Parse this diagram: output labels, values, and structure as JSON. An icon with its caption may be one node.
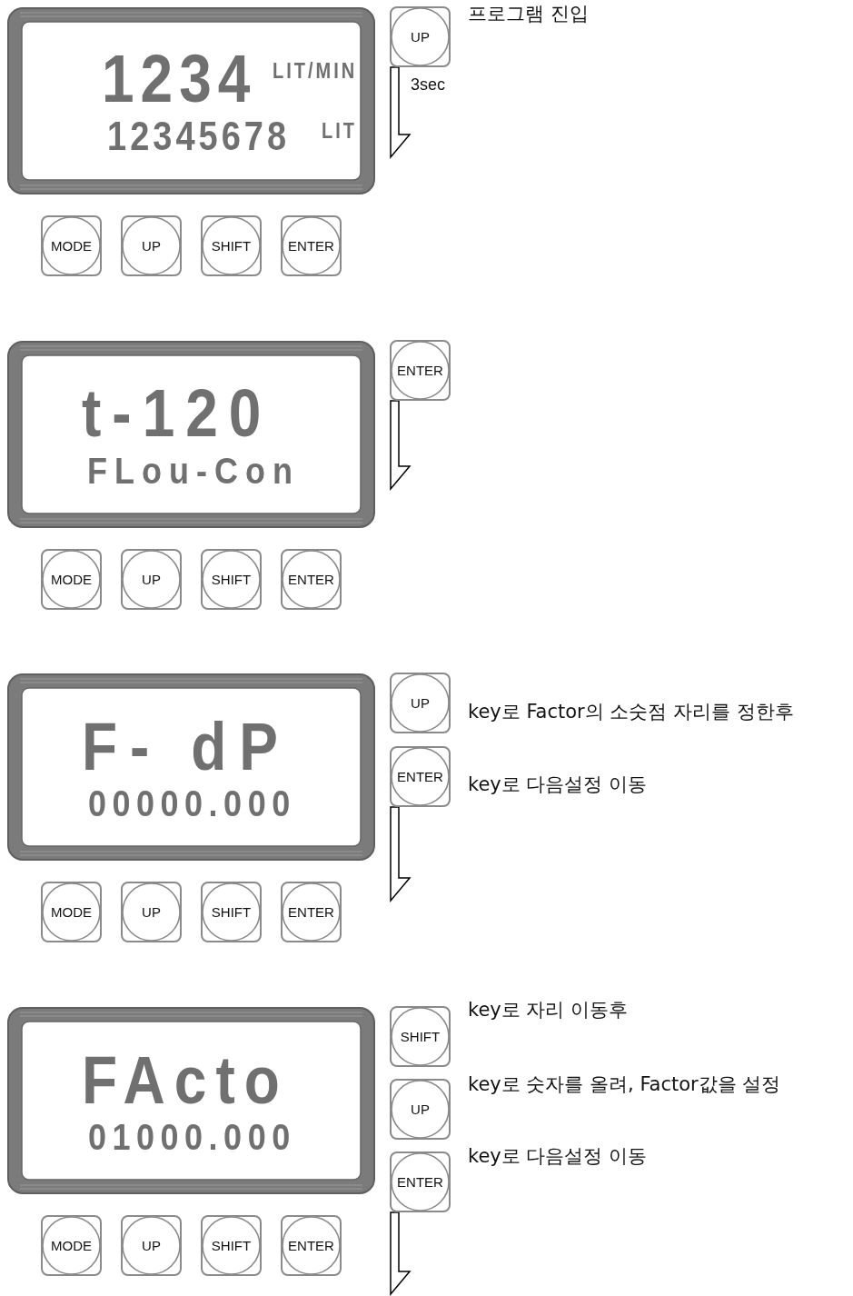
{
  "diagram": {
    "nodes": [
      {
        "text": [
          "1234",
          "LIT/MIN",
          "12345678",
          "LIT"
        ]
      },
      {
        "text": [
          "MODE"
        ]
      },
      {
        "text": [
          "UP"
        ]
      },
      {
        "text": [
          "SHIFT"
        ]
      },
      {
        "text": [
          "ENTER"
        ]
      },
      {
        "text": [
          "UP"
        ],
        "beside": [
          "프로그램 진입"
        ]
      },
      {
        "text": [
          "t-120",
          "FLou-Con"
        ]
      },
      {
        "text": [
          "MODE"
        ]
      },
      {
        "text": [
          "UP"
        ]
      },
      {
        "text": [
          "SHIFT"
        ]
      },
      {
        "text": [
          "ENTER"
        ]
      },
      {
        "text": [
          "ENTER"
        ]
      },
      {
        "text": [
          "F- dP",
          "00000.000"
        ]
      },
      {
        "text": [
          "MODE"
        ]
      },
      {
        "text": [
          "UP"
        ]
      },
      {
        "text": [
          "SHIFT"
        ]
      },
      {
        "text": [
          "ENTER"
        ]
      },
      {
        "text": [
          "UP"
        ],
        "beside": [
          "key로 Factor의 소숫점 자리를 정한후"
        ]
      },
      {
        "text": [
          "ENTER"
        ],
        "beside": [
          "key로 다음설정 이동"
        ]
      },
      {
        "text": [
          "FActo",
          "01000.000"
        ]
      },
      {
        "text": [
          "MODE"
        ]
      },
      {
        "text": [
          "UP"
        ]
      },
      {
        "text": [
          "SHIFT"
        ]
      },
      {
        "text": [
          "ENTER"
        ]
      },
      {
        "text": [
          "SHIFT"
        ],
        "beside": [
          "key로 자리 이동후"
        ]
      },
      {
        "text": [
          "UP"
        ],
        "beside": [
          "key로 숫자를 올려, Factor값을 설정"
        ]
      },
      {
        "text": [
          "ENTER"
        ],
        "beside": [
          "key로 다음설정 이동"
        ]
      }
    ],
    "edges": [
      {
        "from": 5,
        "to": null,
        "arrow": "to",
        "label": "3sec"
      },
      {
        "from": 11,
        "to": null,
        "arrow": "to"
      },
      {
        "from": 18,
        "to": null,
        "arrow": "to"
      },
      {
        "from": 26,
        "to": null,
        "arrow": "to"
      }
    ]
  }
}
